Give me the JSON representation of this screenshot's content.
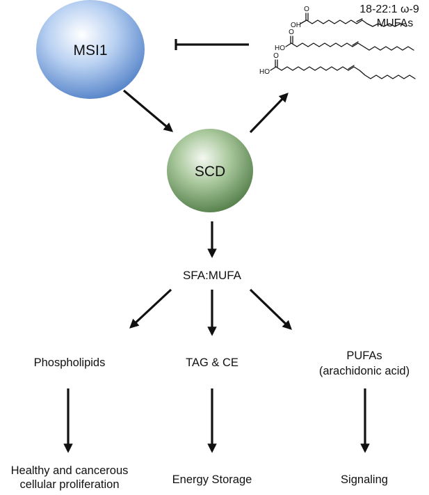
{
  "nodes": {
    "msi1": "MSI1",
    "scd": "SCD",
    "sfa_mufa": "SFA:MUFA",
    "phospholipids": "Phospholipids",
    "tag_ce": "TAG & CE",
    "pufas_line1": "PUFAs",
    "pufas_line2": "(arachidonic acid)",
    "proliferation_line1": "Healthy and cancerous",
    "proliferation_line2": "cellular proliferation",
    "energy_storage": "Energy Storage",
    "signaling": "Signaling"
  },
  "mufas": {
    "label_line1": "18-22:1 ω-9",
    "label_line2": "MUFAs",
    "acid_oh": "OH",
    "acid_ho": "HO",
    "carbonyl_o": "O"
  },
  "colors": {
    "msi1_fill": "#8fb3e6",
    "scd_fill": "#7fa870",
    "text": "#111111"
  }
}
